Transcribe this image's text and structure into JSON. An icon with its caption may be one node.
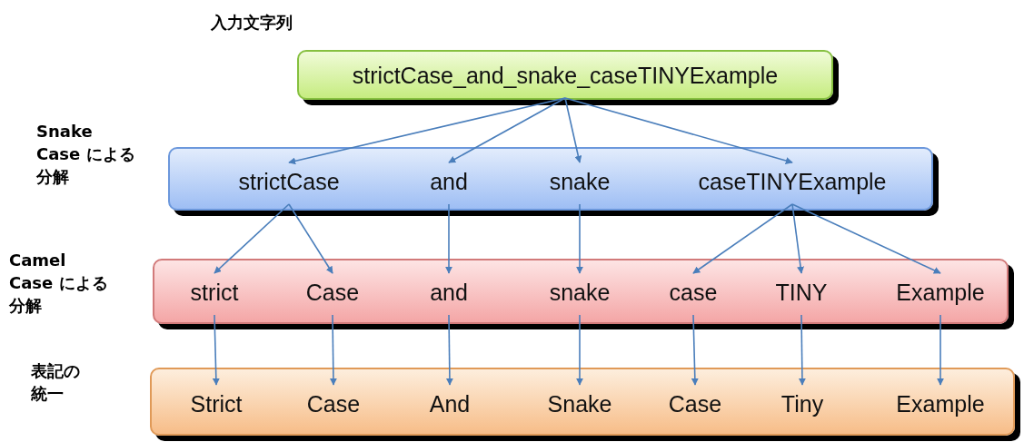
{
  "diagram": {
    "nodes": [
      {
        "text": [
          "入力文字列",
          "strictCase_and_snake_caseTINYExample"
        ]
      },
      {
        "text": [
          "Snake Case による分解"
        ]
      },
      {
        "text": [
          "strictCase"
        ],
        "in": 1
      },
      {
        "text": [
          "and"
        ],
        "in": 1
      },
      {
        "text": [
          "snake"
        ],
        "in": 1
      },
      {
        "text": [
          "caseTINYExample"
        ],
        "in": 1
      },
      {
        "text": [
          "Camel Case による分解"
        ]
      },
      {
        "text": [
          "strict"
        ],
        "in": 6
      },
      {
        "text": [
          "Case"
        ],
        "in": 6
      },
      {
        "text": [
          "and"
        ],
        "in": 6
      },
      {
        "text": [
          "snake"
        ],
        "in": 6
      },
      {
        "text": [
          "case"
        ],
        "in": 6
      },
      {
        "text": [
          "TINY"
        ],
        "in": 6
      },
      {
        "text": [
          "Example"
        ],
        "in": 6
      },
      {
        "text": [
          "表記の統一"
        ]
      },
      {
        "text": [
          "Strict"
        ],
        "in": 14
      },
      {
        "text": [
          "Case"
        ],
        "in": 14
      },
      {
        "text": [
          "And"
        ],
        "in": 14
      },
      {
        "text": [
          "Snake"
        ],
        "in": 14
      },
      {
        "text": [
          "Case"
        ],
        "in": 14
      },
      {
        "text": [
          "Tiny"
        ],
        "in": 14
      },
      {
        "text": [
          "Example"
        ],
        "in": 14
      }
    ],
    "edges": [
      {
        "from": 0,
        "to": 2,
        "arrow": "to"
      },
      {
        "from": 0,
        "to": 3,
        "arrow": "to"
      },
      {
        "from": 0,
        "to": 4,
        "arrow": "to"
      },
      {
        "from": 0,
        "to": 5,
        "arrow": "to"
      },
      {
        "from": 2,
        "to": 7,
        "arrow": "to"
      },
      {
        "from": 2,
        "to": 8,
        "arrow": "to"
      },
      {
        "from": 3,
        "to": 9,
        "arrow": "to"
      },
      {
        "from": 4,
        "to": 10,
        "arrow": "to"
      },
      {
        "from": 5,
        "to": 11,
        "arrow": "to"
      },
      {
        "from": 5,
        "to": 12,
        "arrow": "to"
      },
      {
        "from": 5,
        "to": 13,
        "arrow": "to"
      },
      {
        "from": 7,
        "to": 15,
        "arrow": "to"
      },
      {
        "from": 8,
        "to": 16,
        "arrow": "to"
      },
      {
        "from": 9,
        "to": 17,
        "arrow": "to"
      },
      {
        "from": 10,
        "to": 18,
        "arrow": "to"
      },
      {
        "from": 11,
        "to": 19,
        "arrow": "to"
      },
      {
        "from": 12,
        "to": 20,
        "arrow": "to"
      },
      {
        "from": 13,
        "to": 21,
        "arrow": "to"
      }
    ]
  }
}
